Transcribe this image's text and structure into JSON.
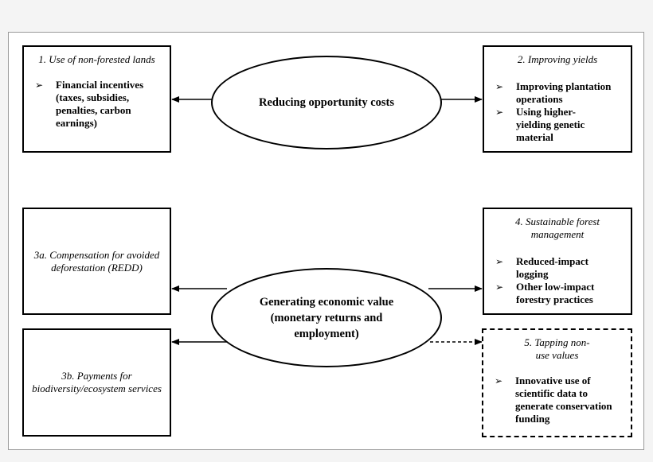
{
  "boxes": {
    "b1": {
      "title": "1. Use of non-forested lands",
      "bullets": [
        "Financial incentives (taxes, subsidies, penalties, carbon earnings)"
      ]
    },
    "b2": {
      "title": "2. Improving yields",
      "bullets": [
        "Improving plantation operations",
        "Using higher-yielding genetic material"
      ]
    },
    "b3a": {
      "title": "3a. Compensation for avoided deforestation (REDD)"
    },
    "b3b": {
      "title": "3b. Payments for biodiversity/ecosystem services"
    },
    "b4": {
      "title": "4. Sustainable forest management",
      "bullets": [
        "Reduced-impact logging",
        "Other low-impact forestry practices"
      ]
    },
    "b5": {
      "title": "5. Tapping non-use values",
      "bullets": [
        "Innovative use of scientific data to generate conservation funding"
      ]
    }
  },
  "ovals": {
    "top": "Reducing opportunity costs",
    "bottom": "Generating economic value (monetary returns and employment)"
  }
}
